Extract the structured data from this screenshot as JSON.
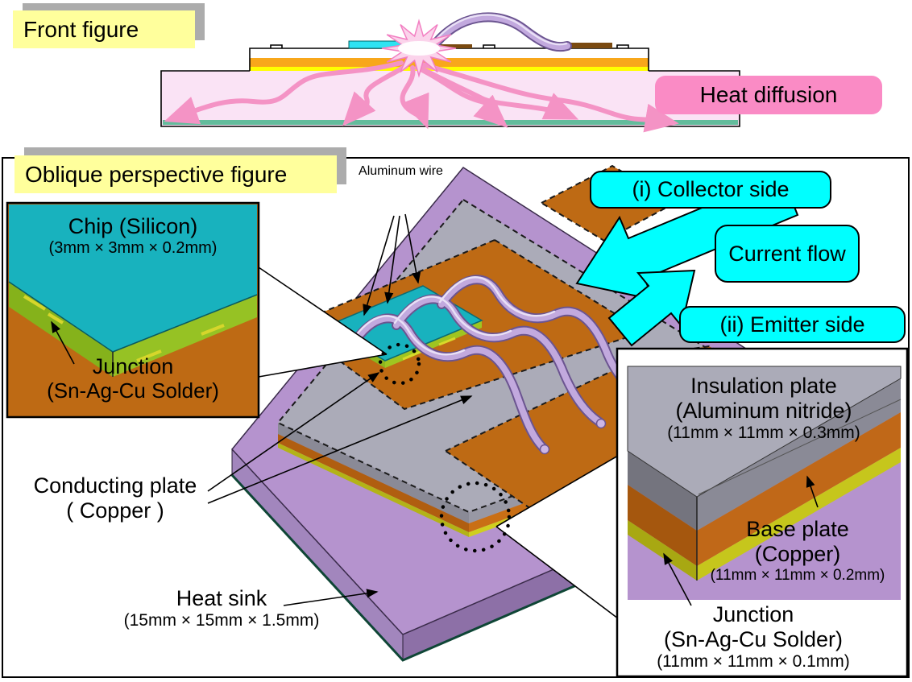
{
  "colors": {
    "highlight_yellow": "#FFFF9C",
    "shadow_gray": "#ACACAC",
    "callout_cyan": "#00FFFF",
    "heat_pink": "#FA8BC5",
    "copper": "#BE6A14",
    "chip_teal": "#18B2BE",
    "heatsink_purple": "#B593CE",
    "insulation_gray": "#ABABB8",
    "solder_green": "#85B21B",
    "solder_yellow": "#CFCF1F"
  },
  "front_figure": {
    "title": "Front figure",
    "heat_diffusion_label": "Heat diffusion"
  },
  "oblique_figure": {
    "title": "Oblique perspective figure",
    "aluminum_wire_label": "Aluminum wire",
    "collector_label": "(i) Collector side",
    "current_flow_label": "Current flow",
    "emitter_label": "(ii) Emitter side",
    "conducting_plate_label": "Conducting plate",
    "conducting_plate_material": "( Copper )",
    "heat_sink_label": "Heat sink",
    "heat_sink_dims": "(15mm × 15mm × 1.5mm)"
  },
  "chip_inset": {
    "title": "Chip (Silicon)",
    "dims": "(3mm × 3mm × 0.2mm)",
    "junction_label": "Junction",
    "junction_material": "(Sn-Ag-Cu Solder)"
  },
  "plate_inset": {
    "title": "Insulation plate",
    "material": "(Aluminum nitride)",
    "dims": "(11mm × 11mm × 0.3mm)",
    "base_label": "Base plate",
    "base_material": "(Copper)",
    "base_dims": "(11mm × 11mm × 0.2mm)",
    "junction_label": "Junction",
    "junction_material": "(Sn-Ag-Cu Solder)",
    "junction_dims": "(11mm × 11mm × 0.1mm)"
  }
}
